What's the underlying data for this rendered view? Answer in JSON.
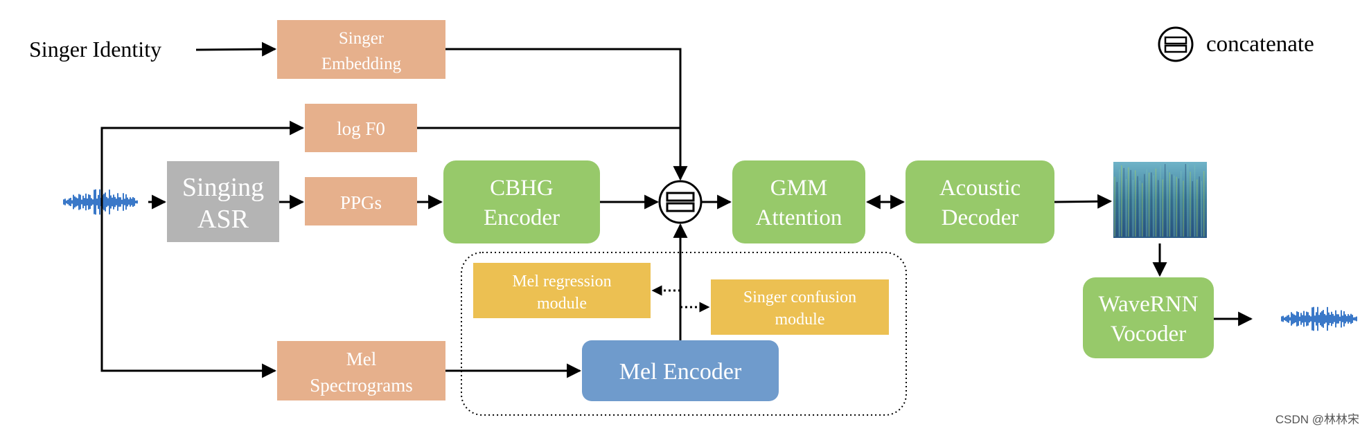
{
  "colors": {
    "orange": "#e6b08c",
    "green": "#97c96a",
    "gray": "#b4b4b4",
    "yellow": "#ecc052",
    "blue": "#6f9bcc",
    "arrow": "#000000"
  },
  "input_label": "Singer Identity",
  "boxes": {
    "singer_embedding": [
      "Singer",
      "Embedding"
    ],
    "log_f0": [
      "log F0"
    ],
    "singing_asr": [
      "Singing",
      "ASR"
    ],
    "ppgs": [
      "PPGs"
    ],
    "cbhg_encoder": [
      "CBHG",
      "Encoder"
    ],
    "gmm_attention": [
      "GMM",
      "Attention"
    ],
    "acoustic_decoder": [
      "Acoustic",
      "Decoder"
    ],
    "mel_regression": [
      "Mel regression",
      "module"
    ],
    "singer_confusion": [
      "Singer confusion",
      "module"
    ],
    "mel_spectrograms": [
      "Mel",
      "Spectrograms"
    ],
    "mel_encoder": [
      "Mel Encoder"
    ],
    "wavernn_vocoder": [
      "WaveRNN",
      "Vocoder"
    ]
  },
  "legend": {
    "icon": "concatenate-icon",
    "label": "concatenate"
  },
  "icons": [
    "waveform-icon",
    "spectrogram-icon",
    "concatenate-icon"
  ],
  "watermark": "CSDN @林林宋"
}
